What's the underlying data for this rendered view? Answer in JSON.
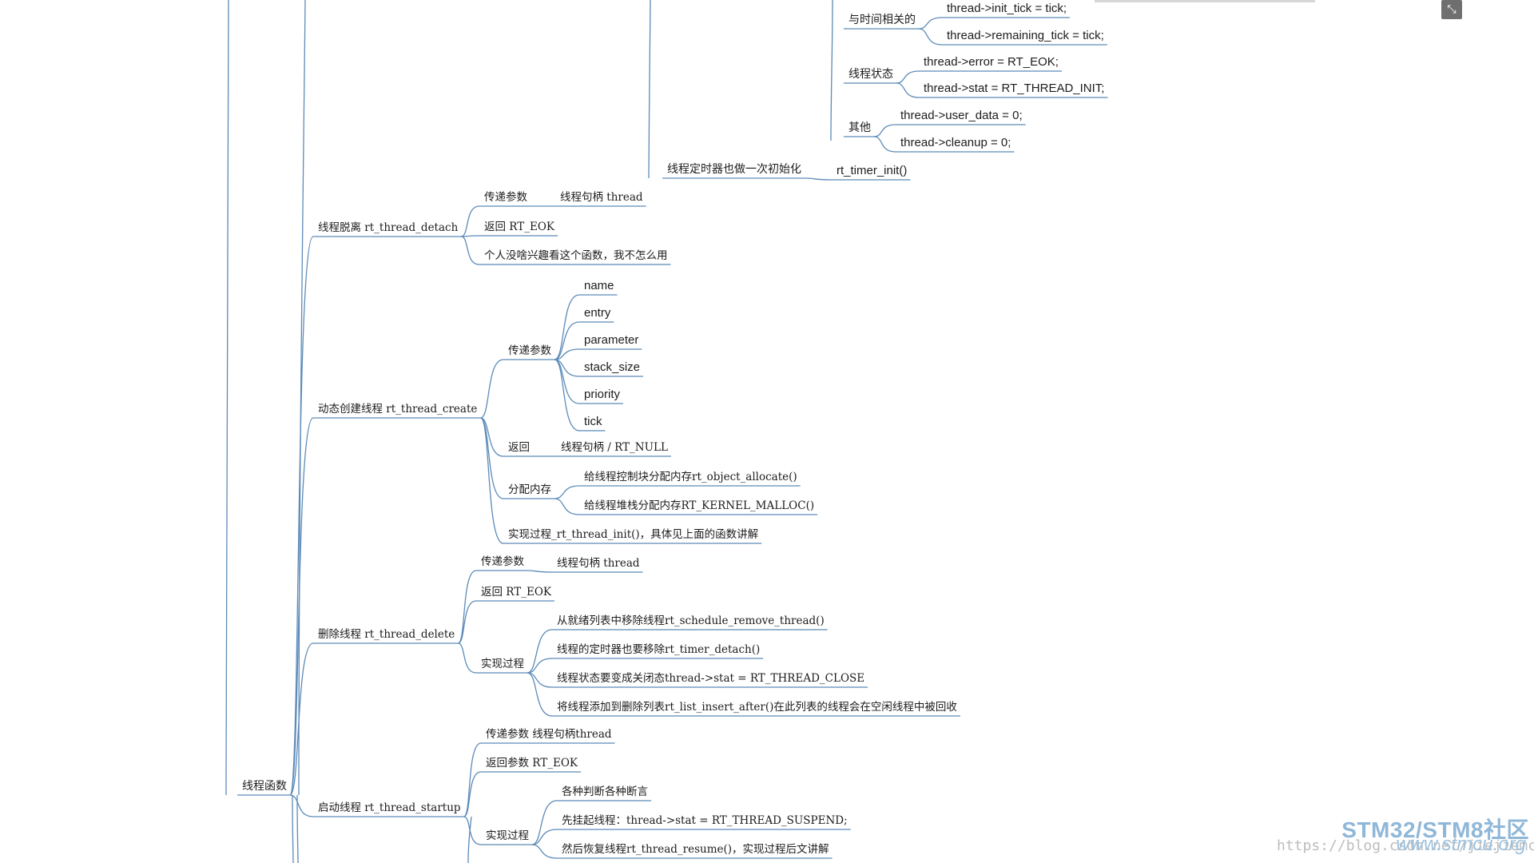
{
  "watermark": {
    "blog_url": "https://blog.csdn.net/jiejiemcu",
    "brand": "STM32/STM8社区",
    "site": "www.stmcu.org"
  },
  "toolbar": {
    "collapse_icon": "collapse-icon"
  },
  "nodes": [
    {
      "id": "root",
      "text": "线程函数"
    },
    {
      "id": "time",
      "text": "与时间相关的"
    },
    {
      "id": "time1",
      "text": "thread->init_tick      = tick;"
    },
    {
      "id": "time2",
      "text": "thread->remaining_tick = tick;"
    },
    {
      "id": "state",
      "text": "线程状态"
    },
    {
      "id": "state1",
      "text": "thread->error = RT_EOK;"
    },
    {
      "id": "state2",
      "text": "thread->stat  = RT_THREAD_INIT;"
    },
    {
      "id": "other",
      "text": "其他"
    },
    {
      "id": "other1",
      "text": "thread->user_data = 0;"
    },
    {
      "id": "other2",
      "text": "thread->cleanup   = 0;"
    },
    {
      "id": "timer",
      "text": "线程定时器也做一次初始化"
    },
    {
      "id": "timer1",
      "text": "rt_timer_init()"
    },
    {
      "id": "detach",
      "text": "线程脱离 rt_thread_detach"
    },
    {
      "id": "detach_p",
      "text": "传递参数"
    },
    {
      "id": "detach_p1",
      "text": "线程句柄 thread"
    },
    {
      "id": "detach_r",
      "text": "返回 RT_EOK"
    },
    {
      "id": "detach_n",
      "text": "个人没啥兴趣看这个函数，我不怎么用"
    },
    {
      "id": "create",
      "text": "动态创建线程  rt_thread_create"
    },
    {
      "id": "create_p",
      "text": "传递参数"
    },
    {
      "id": "cp1",
      "text": "name"
    },
    {
      "id": "cp2",
      "text": "entry"
    },
    {
      "id": "cp3",
      "text": "parameter"
    },
    {
      "id": "cp4",
      "text": "stack_size"
    },
    {
      "id": "cp5",
      "text": "priority"
    },
    {
      "id": "cp6",
      "text": "tick"
    },
    {
      "id": "create_r",
      "text": "返回"
    },
    {
      "id": "create_r1",
      "text": "线程句柄 / RT_NULL"
    },
    {
      "id": "create_m",
      "text": "分配内存"
    },
    {
      "id": "cm1",
      "text": "给线程控制块分配内存rt_object_allocate()"
    },
    {
      "id": "cm2",
      "text": "给线程堆栈分配内存RT_KERNEL_MALLOC()"
    },
    {
      "id": "create_i",
      "text": "实现过程_rt_thread_init()，具体见上面的函数讲解"
    },
    {
      "id": "delete",
      "text": "删除线程 rt_thread_delete"
    },
    {
      "id": "delete_p",
      "text": "传递参数"
    },
    {
      "id": "delete_p1",
      "text": "线程句柄 thread"
    },
    {
      "id": "delete_r",
      "text": "返回 RT_EOK"
    },
    {
      "id": "delete_i",
      "text": "实现过程"
    },
    {
      "id": "di1",
      "text": "从就绪列表中移除线程rt_schedule_remove_thread()"
    },
    {
      "id": "di2",
      "text": "线程的定时器也要移除rt_timer_detach()"
    },
    {
      "id": "di3",
      "text": "线程状态要变成关闭态thread->stat = RT_THREAD_CLOSE"
    },
    {
      "id": "di4",
      "text": "将线程添加到删除列表rt_list_insert_after()在此列表的线程会在空闲线程中被回收"
    },
    {
      "id": "startup",
      "text": "启动线程 rt_thread_startup"
    },
    {
      "id": "startup_p",
      "text": "传递参数 线程句柄thread"
    },
    {
      "id": "startup_r",
      "text": "返回参数 RT_EOK"
    },
    {
      "id": "startup_i",
      "text": "实现过程"
    },
    {
      "id": "si1",
      "text": "各种判断各种断言"
    },
    {
      "id": "si2",
      "text": "先挂起线程：thread->stat = RT_THREAD_SUSPEND;"
    },
    {
      "id": "si3",
      "text": "然后恢复线程rt_thread_resume()，实现过程后文讲解"
    }
  ]
}
